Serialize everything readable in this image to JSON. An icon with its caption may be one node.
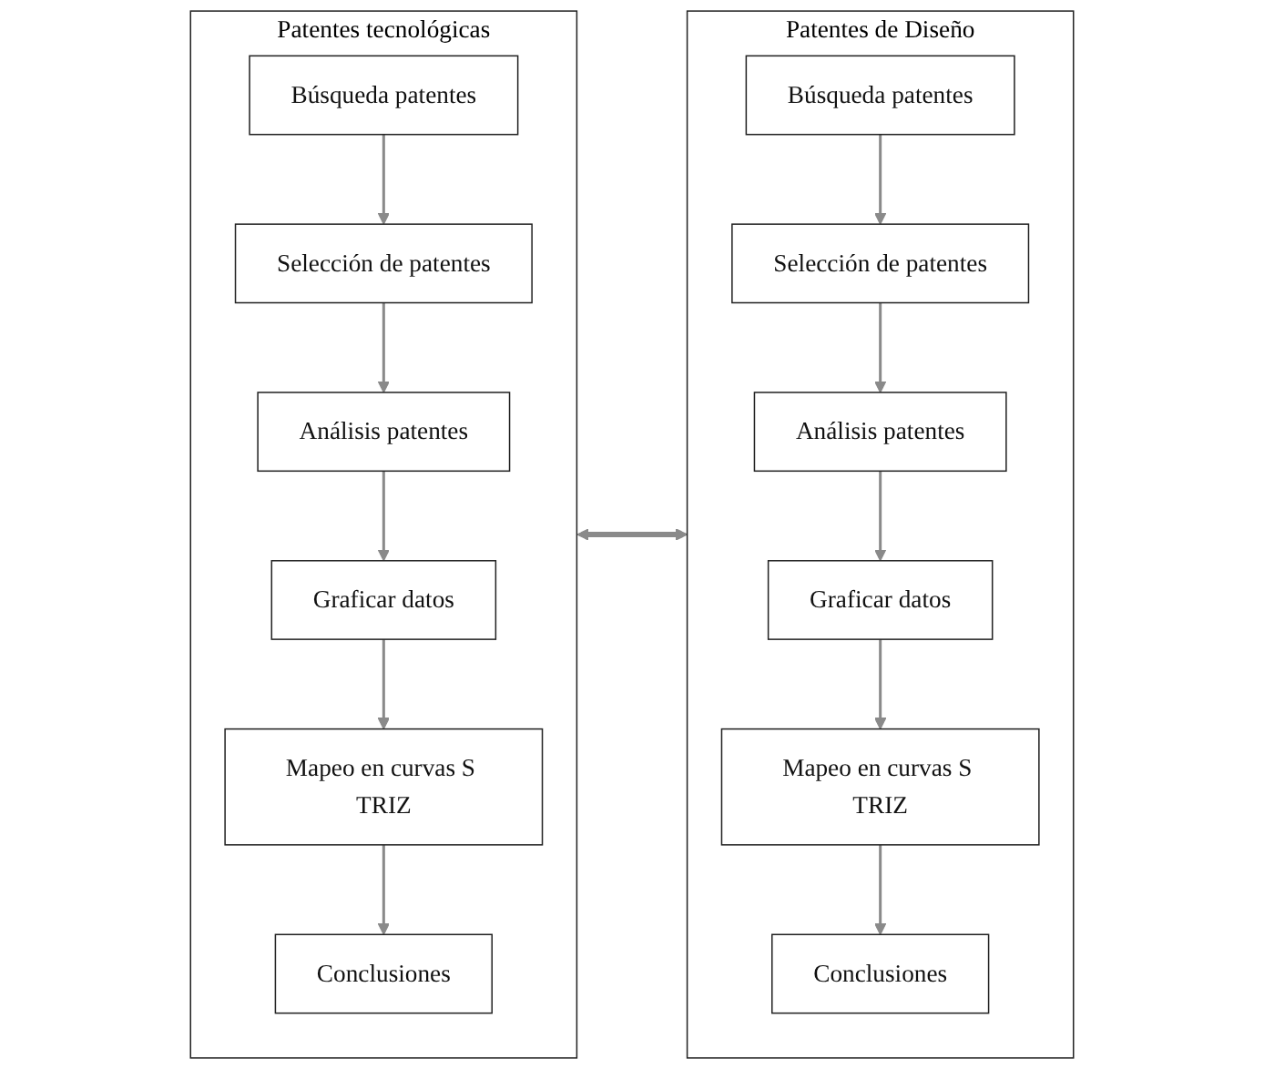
{
  "diagram": {
    "nodes": [
      {
        "text": [
          "Patentes tecnológicas"
        ]
      },
      {
        "text": [
          "Búsqueda patentes"
        ],
        "in": 0
      },
      {
        "text": [
          "Selección de patentes"
        ],
        "in": 0
      },
      {
        "text": [
          "Análisis patentes"
        ],
        "in": 0
      },
      {
        "text": [
          "Graficar datos"
        ],
        "in": 0
      },
      {
        "text": [
          "Mapeo en curvas S TRIZ"
        ],
        "in": 0
      },
      {
        "text": [
          "Conclusiones"
        ],
        "in": 0
      },
      {
        "text": [
          "Patentes de Diseño"
        ]
      },
      {
        "text": [
          "Búsqueda patentes"
        ],
        "in": 7
      },
      {
        "text": [
          "Selección de patentes"
        ],
        "in": 7
      },
      {
        "text": [
          "Análisis patentes"
        ],
        "in": 7
      },
      {
        "text": [
          "Graficar datos"
        ],
        "in": 7
      },
      {
        "text": [
          "Mapeo en curvas S TRIZ"
        ],
        "in": 7
      },
      {
        "text": [
          "Conclusiones"
        ],
        "in": 7
      }
    ],
    "edges": [
      {
        "from": 1,
        "to": 2,
        "arrow": "to"
      },
      {
        "from": 2,
        "to": 3,
        "arrow": "to"
      },
      {
        "from": 3,
        "to": 4,
        "arrow": "to"
      },
      {
        "from": 4,
        "to": 5,
        "arrow": "to"
      },
      {
        "from": 5,
        "to": 6,
        "arrow": "to"
      },
      {
        "from": 8,
        "to": 9,
        "arrow": "to"
      },
      {
        "from": 9,
        "to": 10,
        "arrow": "to"
      },
      {
        "from": 10,
        "to": 11,
        "arrow": "to"
      },
      {
        "from": 11,
        "to": 12,
        "arrow": "to"
      },
      {
        "from": 12,
        "to": 13,
        "arrow": "to"
      },
      {
        "from": 0,
        "to": 7,
        "arrow": "both",
        "style": "thick"
      }
    ]
  }
}
